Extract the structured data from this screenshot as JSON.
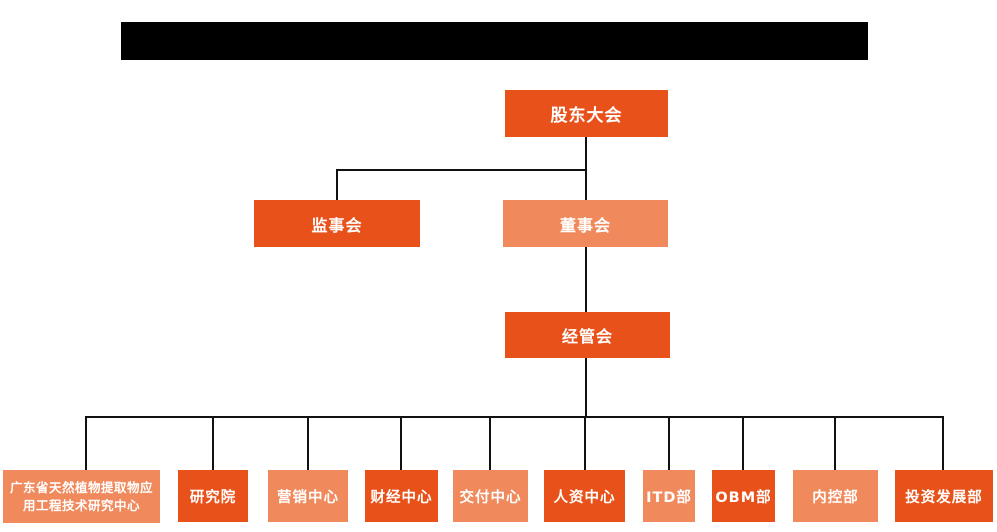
{
  "colors": {
    "primary_box": "#e8521a",
    "secondary_box": "#f08a5c",
    "connector_line": "#111111",
    "box_text": "#ffffff",
    "redaction_bar": "#000000",
    "background": "#ffffff"
  },
  "nodes": {
    "shareholders": {
      "label": "股东大会",
      "variant": "primary"
    },
    "supervisory": {
      "label": "监事会",
      "variant": "primary"
    },
    "board": {
      "label": "董事会",
      "variant": "secondary"
    },
    "management": {
      "label": "经管会",
      "variant": "primary"
    },
    "gd_center": {
      "label": "广东省天然植物提取物应用工程技术研究中心",
      "variant": "secondary"
    },
    "research": {
      "label": "研究院",
      "variant": "primary"
    },
    "marketing": {
      "label": "营销中心",
      "variant": "secondary"
    },
    "finance": {
      "label": "财经中心",
      "variant": "primary"
    },
    "delivery": {
      "label": "交付中心",
      "variant": "secondary"
    },
    "hr": {
      "label": "人资中心",
      "variant": "primary"
    },
    "itd": {
      "label": "ITD部",
      "variant": "secondary"
    },
    "obm": {
      "label": "OBM部",
      "variant": "primary"
    },
    "internal_ctrl": {
      "label": "内控部",
      "variant": "secondary"
    },
    "investment_dev": {
      "label": "投资发展部",
      "variant": "primary"
    }
  }
}
